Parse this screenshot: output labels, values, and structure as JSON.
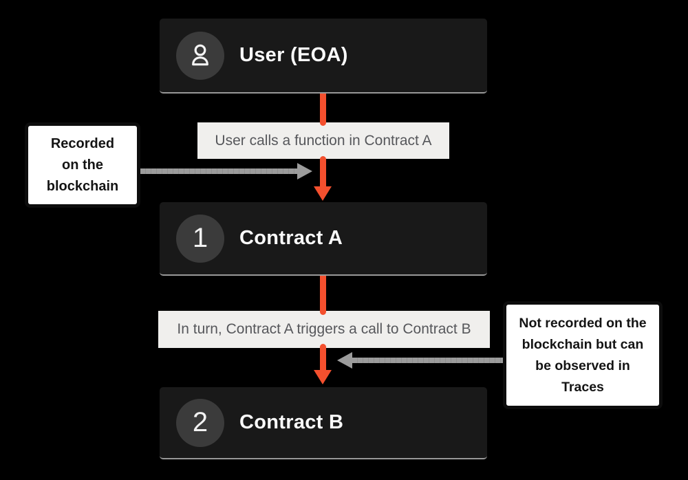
{
  "colors": {
    "background": "#000000",
    "node_bg": "#191919",
    "node_text": "#FAFAFA",
    "badge_bg": "#3B3B3B",
    "flow_label_bg": "#F0EFED",
    "flow_label_text": "#56575B",
    "flow_arrow": "#F4502E",
    "note_arrow": "#9C9C9C",
    "note_bg": "#FFFFFF",
    "note_border": "#0D0D0D",
    "note_text": "#141414"
  },
  "nodes": {
    "user": {
      "title": "User (EOA)",
      "icon": "user-icon"
    },
    "contract_a": {
      "badge": "1",
      "title": "Contract A"
    },
    "contract_b": {
      "badge": "2",
      "title": "Contract B"
    }
  },
  "flow_labels": {
    "step1": "User calls a function in Contract A",
    "step2": "In turn, Contract A triggers a call to Contract B"
  },
  "notes": {
    "left": {
      "lines": [
        "Recorded",
        "on the",
        "blockchain"
      ]
    },
    "right": {
      "lines": [
        "Not recorded on the",
        "blockchain but can",
        "be observed in",
        "Traces"
      ]
    }
  }
}
